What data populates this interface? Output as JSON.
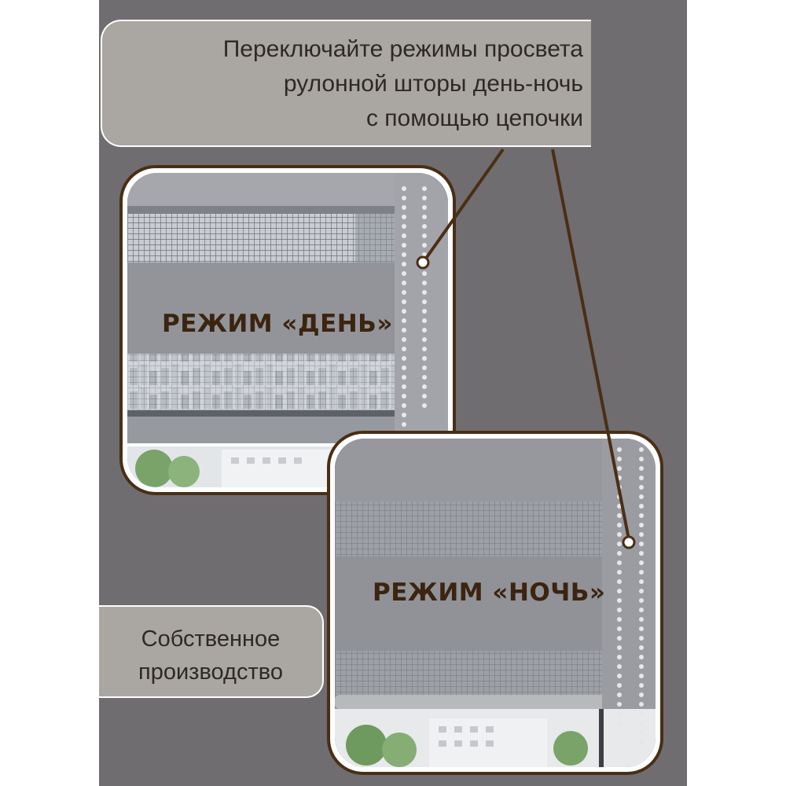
{
  "headline": {
    "lines": [
      "Переключайте режимы просвета",
      "рулонной шторы день-ночь",
      "с помощью цепочки"
    ]
  },
  "modes": {
    "day_label": "РЕЖИМ «ДЕНЬ»",
    "night_label": "РЕЖИМ «НОЧЬ»"
  },
  "badge": {
    "lines": [
      "Собственное",
      "производство"
    ]
  },
  "colors": {
    "background_panel": "#6f6d70",
    "bubble_fill": "#aaa6a1",
    "frame_border": "#4a2e14",
    "label_text": "#3b2410",
    "blind_gray": "#8f9095"
  }
}
